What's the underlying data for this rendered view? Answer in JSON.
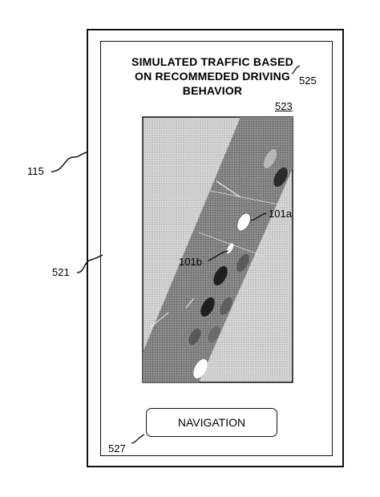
{
  "title_lines": [
    "SIMULATED TRAFFIC BASED",
    "ON RECOMMEDED DRIVING",
    "BEHAVIOR"
  ],
  "refs": {
    "device": "115",
    "screen": "521",
    "title_ref": "525",
    "map_ref": "523",
    "vehicle_a": "101a",
    "vehicle_b": "101b",
    "nav_ref": "527"
  },
  "navigation_button_label": "NAVIGATION",
  "colors": {
    "line": "#111111",
    "map_background": "#cfcfcf",
    "road": "#8e8e8e",
    "dark_vehicle": "#2a2a2a",
    "light_vehicle": "#ffffff"
  }
}
